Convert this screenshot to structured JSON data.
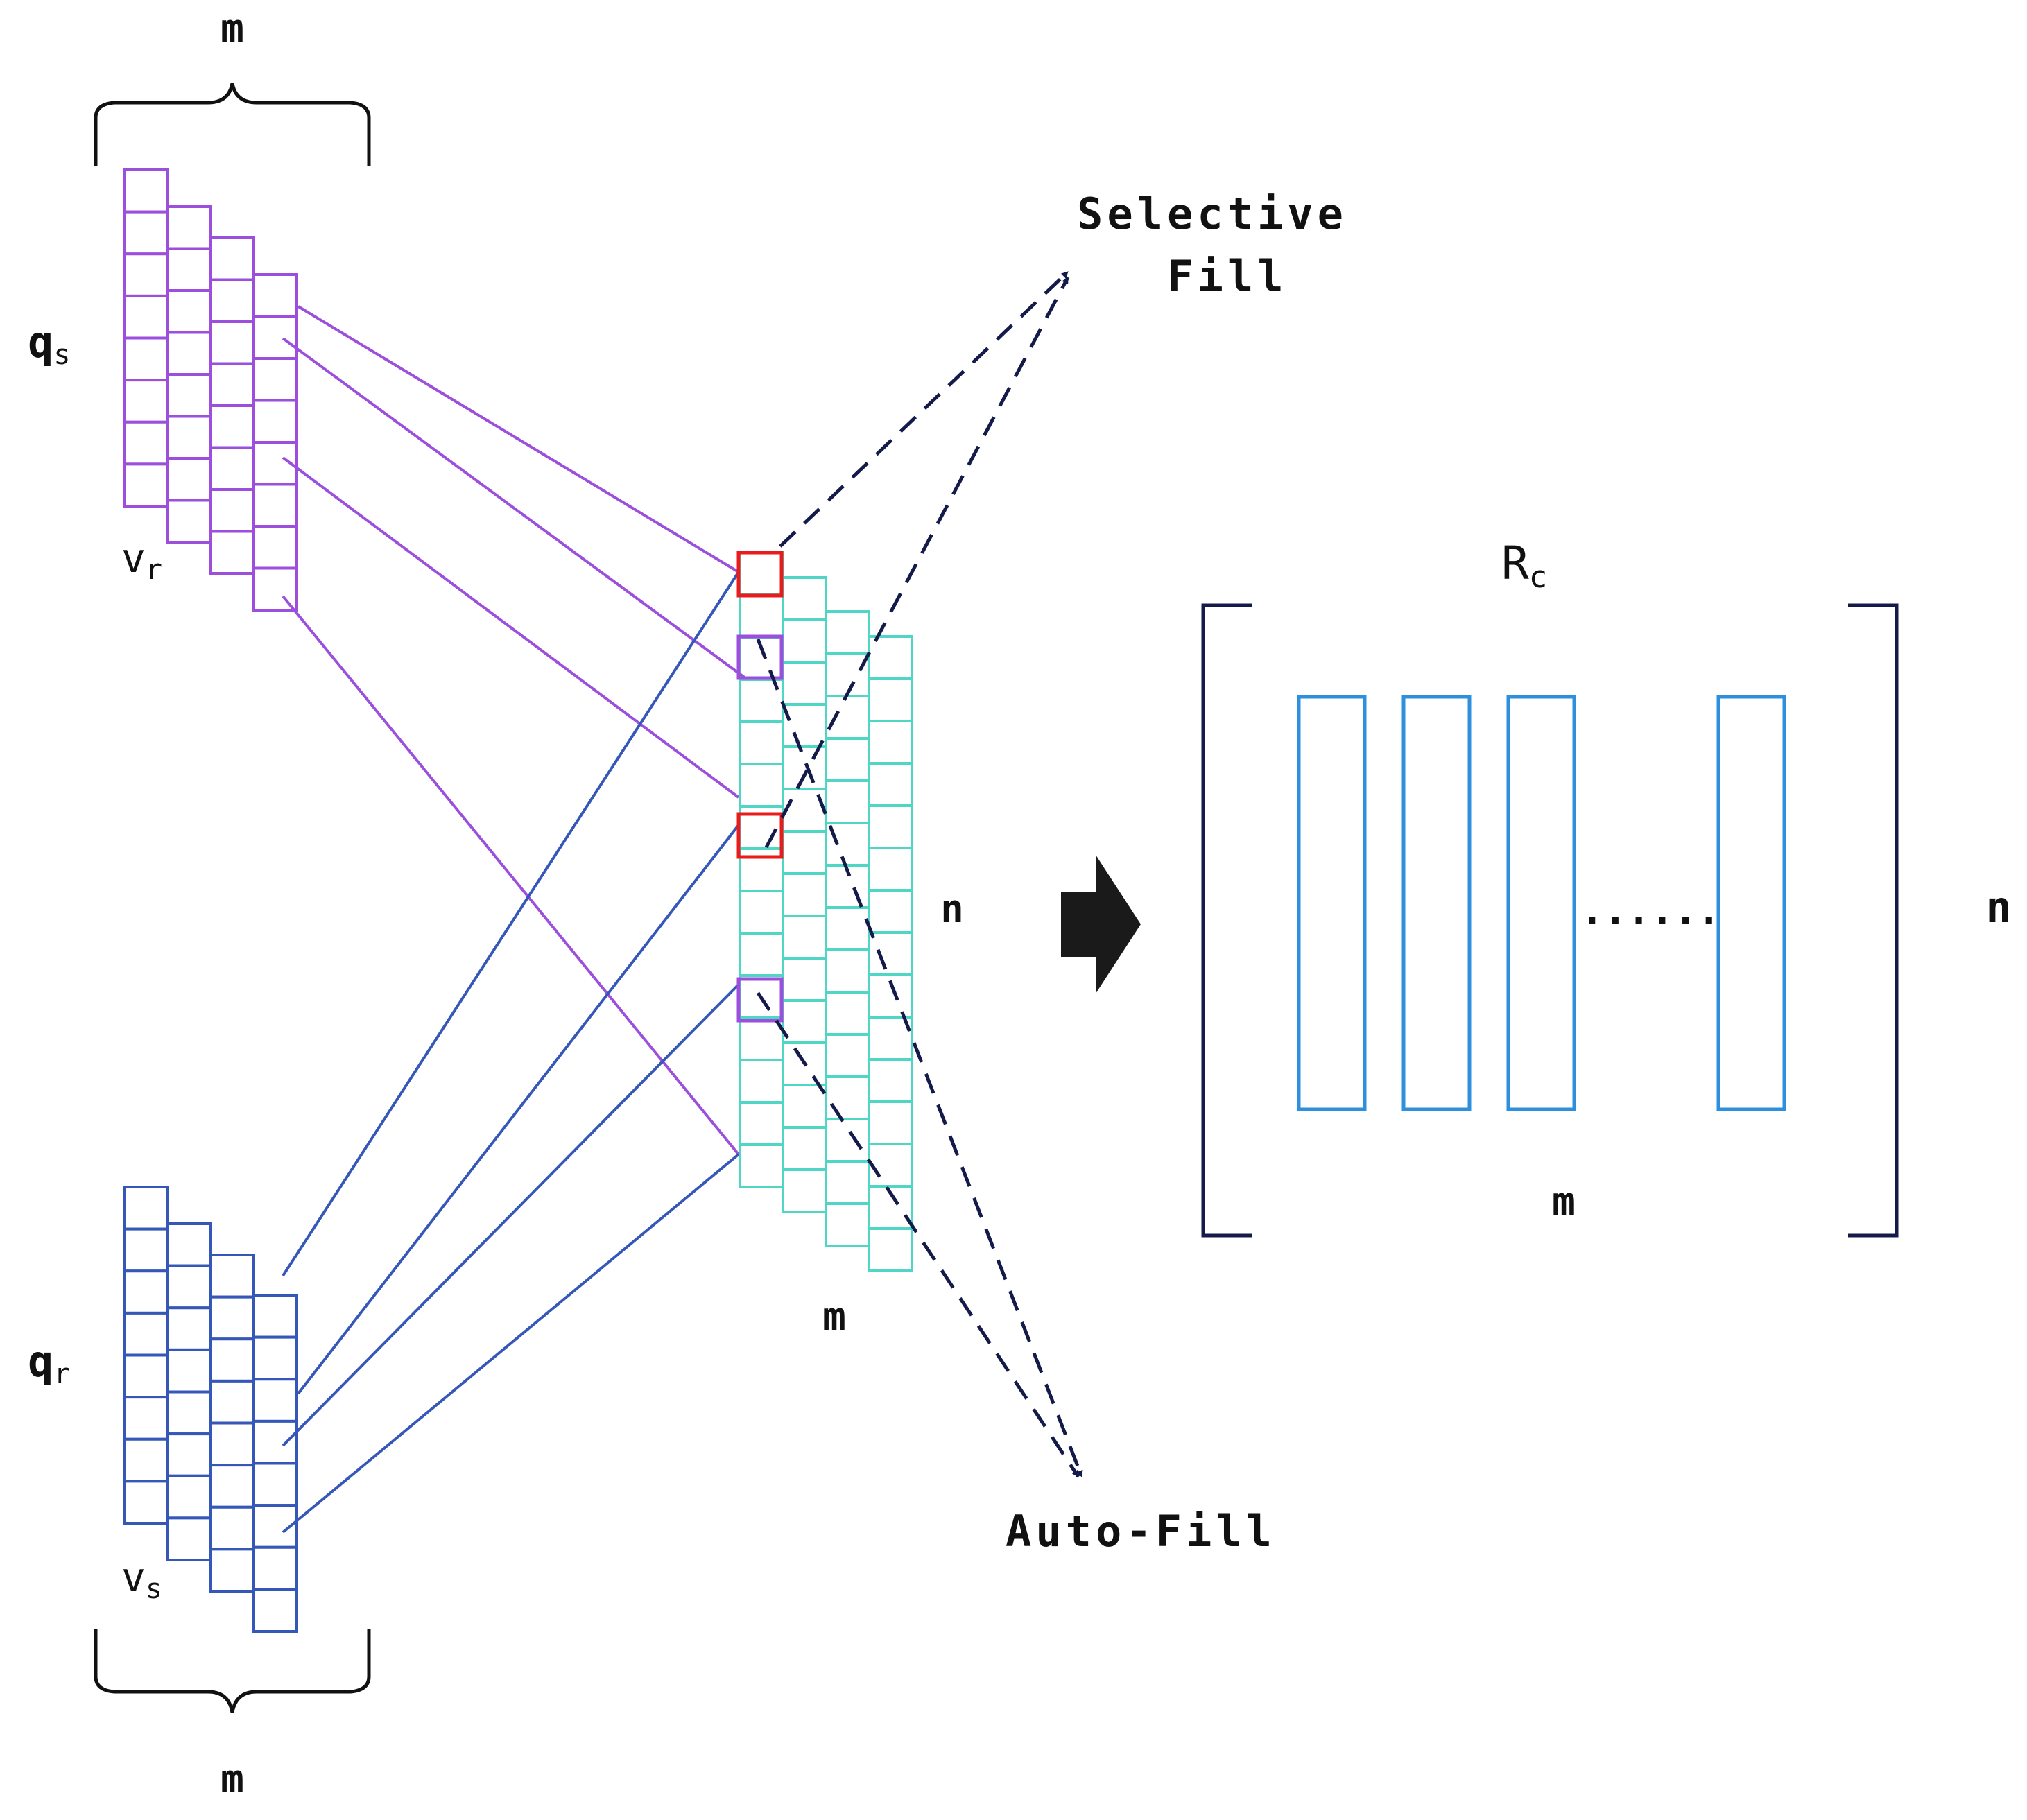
{
  "labels": {
    "m_top": "m",
    "q_s": "q",
    "q_s_sub": "s",
    "v_r": "v",
    "v_r_sub": "r",
    "q_r": "q",
    "q_r_sub": "r",
    "v_s": "v",
    "v_s_sub": "s",
    "m_bottom": "m",
    "n_center": "n",
    "m_center": "m",
    "selective_fill_line1": "Selective",
    "selective_fill_line2": "Fill",
    "auto_fill": "Auto-Fill",
    "r_c": "R",
    "r_c_sub": "c",
    "dots": "......",
    "m_matrix": "m",
    "n_right": "n"
  },
  "colors": {
    "purple": "#9b4fdc",
    "blue": "#3557b8",
    "teal": "#4fd6c4",
    "red": "#e81c1c",
    "navy": "#141b4a",
    "column_blue": "#2e8fdc",
    "arrow_black": "#1a1a1a"
  },
  "icons": {
    "big_arrow": "right-arrow-icon"
  }
}
